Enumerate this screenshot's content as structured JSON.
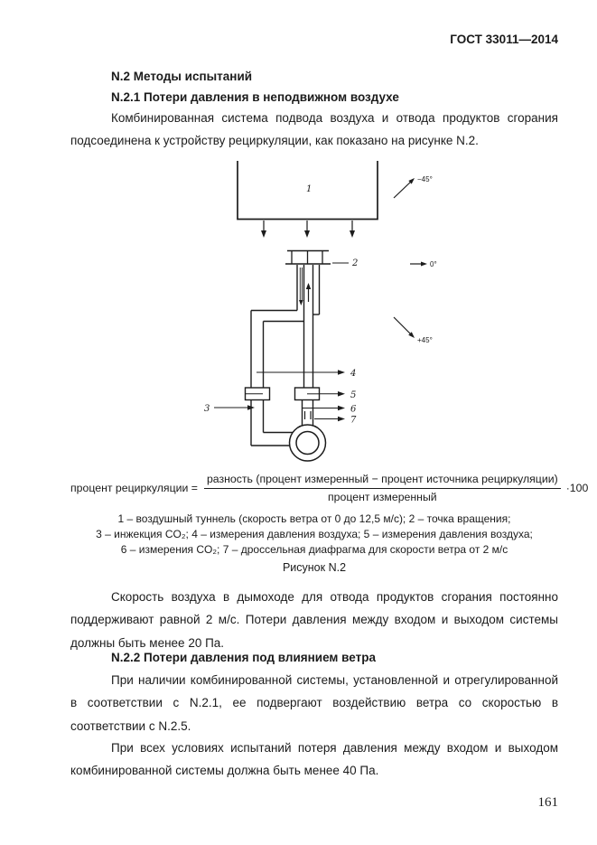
{
  "page": {
    "header": "ГОСТ 33011—2014",
    "page_number": "161"
  },
  "sections": {
    "h_n2": "N.2 Методы испытаний",
    "h_n21": "N.2.1 Потери давления в неподвижном воздухе",
    "p1": "Комбинированная система подвода воздуха и отвода продуктов сгорания подсоединена к устройству рециркуляции, как показано на рисунке N.2.",
    "p2": "Скорость воздуха в дымоходе для отвода продуктов сгорания постоянно поддерживают равной 2 м/с. Потери давления между входом и выходом системы должны быть менее 20 Па.",
    "h_n22": "N.2.2 Потери давления под влиянием ветра",
    "p3": "При наличии комбинированной системы, установленной и отрегулированной в соответствии с N.2.1, ее подвергают воздействию ветра со скоростью в соответствии с N.2.5.",
    "p4": "При всех условиях испытаний потеря давления между входом и выходом комбинированной системы должна быть менее 40 Па."
  },
  "formula": {
    "lhs": "процент рециркуляции =",
    "numerator": "разность (процент измеренный − процент источника рециркуляции)",
    "denominator": "процент измеренный",
    "multiplier": "·100"
  },
  "figure": {
    "caption": "Рисунок N.2",
    "legend_line1": "1 – воздушный туннель (скорость ветра от 0 до 12,5 м/с); 2 – точка вращения;",
    "legend_line2": "3 – инжекция CO₂; 4 – измерения давления воздуха; 5 – измерения давления воздуха;",
    "legend_line3": "6 – измерения CO₂; 7 – дроссельная диафрагма для скорости ветра от 2 м/с",
    "labels": {
      "part1": "1",
      "part2": "2",
      "part3": "3",
      "part4": "4",
      "part5": "5",
      "part6": "6",
      "part7": "7",
      "angle_minus45": "−45°",
      "angle_0": "0°",
      "angle_plus45": "+45°"
    }
  }
}
